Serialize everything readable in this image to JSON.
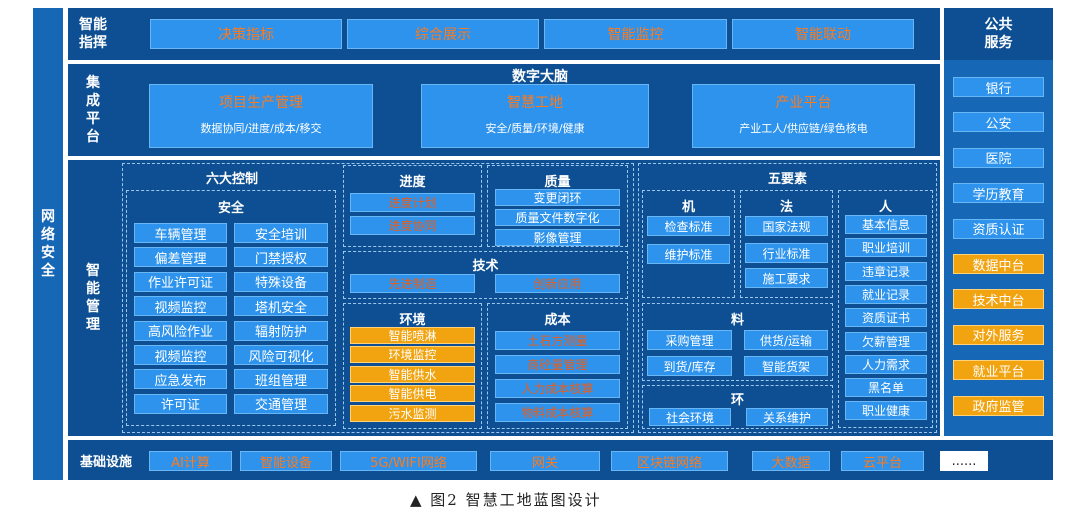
{
  "left_label": "网络安全",
  "row_smart_command": {
    "label": "智能指挥",
    "items": [
      "决策指标",
      "综合展示",
      "智能监控",
      "智能联动"
    ]
  },
  "row_integration": {
    "label": "集成平台",
    "title": "数字大脑",
    "cards": [
      {
        "title": "项目生产管理",
        "desc": "数据协同/进度/成本/移交"
      },
      {
        "title": "智慧工地",
        "desc": "安全/质量/环境/健康"
      },
      {
        "title": "产业平台",
        "desc": "产业工人/供应链/绿色核电"
      }
    ]
  },
  "row_management": {
    "label": "智能管理",
    "six_controls": {
      "title": "六大控制",
      "safety": {
        "title": "安全",
        "items": [
          "车辆管理",
          "安全培训",
          "偏差管理",
          "门禁授权",
          "作业许可证",
          "特殊设备",
          "视频监控",
          "塔机安全",
          "高风险作业",
          "辐射防护",
          "视频监控",
          "风险可视化",
          "应急发布",
          "班组管理",
          "许可证",
          "交通管理"
        ]
      },
      "progress": {
        "title": "进度",
        "items": [
          "进度计划",
          "进度协同"
        ]
      },
      "quality": {
        "title": "质量",
        "items": [
          "变更闭环",
          "质量文件数字化",
          "影像管理"
        ]
      },
      "tech": {
        "title": "技术",
        "items": [
          "先进制造",
          "创新应用"
        ]
      },
      "environment": {
        "title": "环境",
        "items": [
          "智能喷淋",
          "环境监控",
          "智能供水",
          "智能供电",
          "污水监测"
        ]
      },
      "cost": {
        "title": "成本",
        "items": [
          "土石方测量",
          "商砼量管理",
          "人力成本核算",
          "物料成本核算"
        ]
      }
    },
    "five_elements": {
      "title": "五要素",
      "machine": {
        "title": "机",
        "items": [
          "检查标准",
          "维护标准"
        ]
      },
      "law": {
        "title": "法",
        "items": [
          "国家法规",
          "行业标准",
          "施工要求"
        ]
      },
      "people": {
        "title": "人",
        "items": [
          "基本信息",
          "职业培训",
          "违章记录",
          "就业记录",
          "资质证书",
          "欠薪管理",
          "人力需求",
          "黑名单",
          "职业健康"
        ]
      },
      "material": {
        "title": "料",
        "items": [
          "采购管理",
          "供货/运输",
          "到货/库存",
          "智能货架"
        ]
      },
      "ring": {
        "title": "环",
        "items": [
          "社会环境",
          "关系维护"
        ]
      }
    }
  },
  "public_services": {
    "label": "公共服务",
    "items": [
      "银行",
      "公安",
      "医院",
      "学历教育",
      "资质认证",
      "数据中台",
      "技术中台",
      "对外服务",
      "就业平台",
      "政府监管"
    ]
  },
  "infrastructure": {
    "label": "基础设施",
    "items": [
      "AI计算",
      "智能设备",
      "5G/WIFI网络",
      "网关",
      "区块链网络",
      "大数据",
      "云平台",
      "......"
    ]
  },
  "caption": "▲  图2  智慧工地蓝图设计",
  "colors": {
    "panel": "#1667b5",
    "navy": "#0d4f92",
    "button": "#2e93ec",
    "orange": "#f2a310"
  }
}
